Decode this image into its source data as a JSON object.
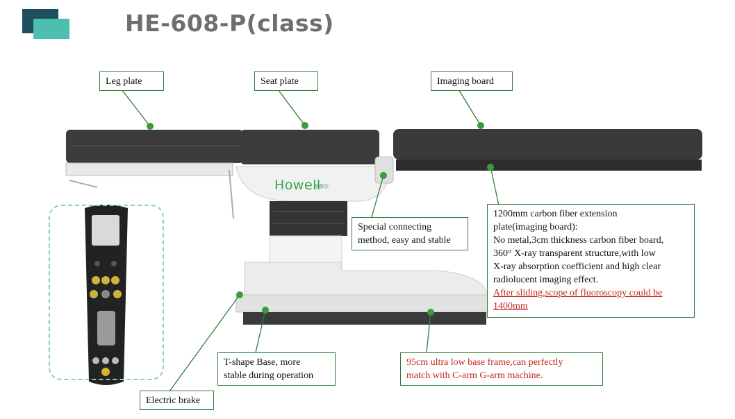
{
  "header": {
    "title": "HE-608-P(class)"
  },
  "brand": {
    "logo_text": "Howell",
    "logo_sub": "华偲尔"
  },
  "callouts": {
    "leg_plate": "Leg plate",
    "seat_plate": "Seat plate",
    "imaging_board": "Imaging board",
    "connecting": {
      "line1": "Special connecting",
      "line2": "method, easy and stable"
    },
    "carbon": {
      "line1": "1200mm carbon fiber extension",
      "line2": "plate(imaging board):",
      "line3": "No metal,3cm thickness carbon fiber board,",
      "line4": "360° X-ray transparent structure,with low",
      "line5": "X-ray absorption coefficient and high clear",
      "line6": "radiolucent imaging effect.",
      "line7": "After sliding,scope of fluoroscopy could be",
      "line8": "1400mm"
    },
    "base": {
      "line1": "T-shape Base, more",
      "line2": "stable during operation"
    },
    "low_base": {
      "line1": "95cm ultra low base frame,can perfectly",
      "line2": "match with C-arm G-arm machine."
    },
    "brake": "Electric brake"
  },
  "colors": {
    "accent_green": "#2f7d3a",
    "dot_green": "#3a9a3c",
    "warning_red": "#c0281d",
    "title_gray": "#6e6e6e"
  },
  "icons": {
    "remote": "remote-control-icon"
  }
}
